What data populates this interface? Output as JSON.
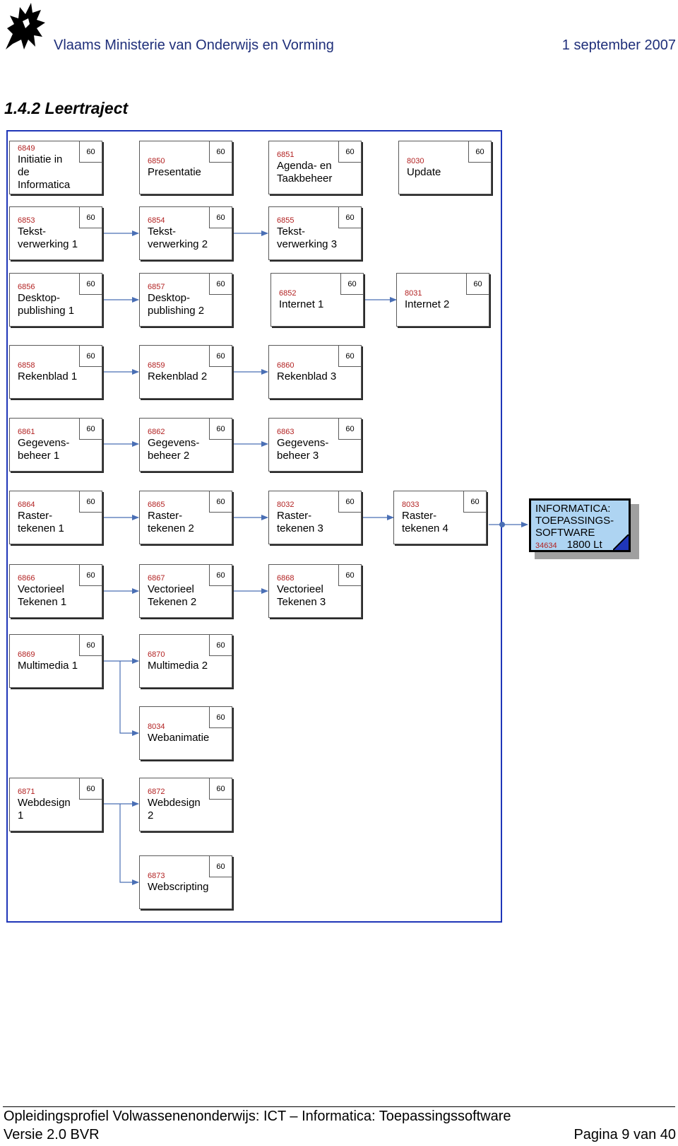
{
  "header": {
    "organization": "Vlaams Ministerie van Onderwijs en Vorming",
    "date": "1 september 2007",
    "logo_icon": "flemish-lion-icon"
  },
  "section": {
    "title": "1.4.2  Leertraject"
  },
  "modules": {
    "m6849": {
      "code": "6849",
      "name": "Initiatie in\nde Informatica",
      "hours": "60"
    },
    "m6850": {
      "code": "6850",
      "name": "Presentatie",
      "hours": "60"
    },
    "m6851": {
      "code": "6851",
      "name": "Agenda- en\nTaakbeheer",
      "hours": "60"
    },
    "m8030": {
      "code": "8030",
      "name": "Update",
      "hours": "60"
    },
    "m6853": {
      "code": "6853",
      "name": "Tekst-\nverwerking 1",
      "hours": "60"
    },
    "m6854": {
      "code": "6854",
      "name": "Tekst-\nverwerking 2",
      "hours": "60"
    },
    "m6855": {
      "code": "6855",
      "name": "Tekst-\nverwerking 3",
      "hours": "60"
    },
    "m6856": {
      "code": "6856",
      "name": "Desktop-\npublishing 1",
      "hours": "60"
    },
    "m6857": {
      "code": "6857",
      "name": "Desktop-\npublishing 2",
      "hours": "60"
    },
    "m6852": {
      "code": "6852",
      "name": "Internet 1",
      "hours": "60"
    },
    "m8031": {
      "code": "8031",
      "name": "Internet 2",
      "hours": "60"
    },
    "m6858": {
      "code": "6858",
      "name": "Rekenblad 1",
      "hours": "60"
    },
    "m6859": {
      "code": "6859",
      "name": "Rekenblad 2",
      "hours": "60"
    },
    "m6860": {
      "code": "6860",
      "name": "Rekenblad 3",
      "hours": "60"
    },
    "m6861": {
      "code": "6861",
      "name": "Gegevens-\nbeheer 1",
      "hours": "60"
    },
    "m6862": {
      "code": "6862",
      "name": "Gegevens-\nbeheer 2",
      "hours": "60"
    },
    "m6863": {
      "code": "6863",
      "name": "Gegevens-\nbeheer 3",
      "hours": "60"
    },
    "m6864": {
      "code": "6864",
      "name": "Raster-\ntekenen 1",
      "hours": "60"
    },
    "m6865": {
      "code": "6865",
      "name": "Raster-\ntekenen 2",
      "hours": "60"
    },
    "m8032": {
      "code": "8032",
      "name": "Raster-\ntekenen 3",
      "hours": "60"
    },
    "m8033": {
      "code": "8033",
      "name": "Raster-\ntekenen 4",
      "hours": "60"
    },
    "m6866": {
      "code": "6866",
      "name": "Vectorieel\nTekenen 1",
      "hours": "60"
    },
    "m6867": {
      "code": "6867",
      "name": "Vectorieel\nTekenen 2",
      "hours": "60"
    },
    "m6868": {
      "code": "6868",
      "name": "Vectorieel\nTekenen 3",
      "hours": "60"
    },
    "m6869": {
      "code": "6869",
      "name": "Multimedia 1",
      "hours": "60"
    },
    "m6870": {
      "code": "6870",
      "name": "Multimedia 2",
      "hours": "60"
    },
    "m8034": {
      "code": "8034",
      "name": "Webanimatie",
      "hours": "60"
    },
    "m6871": {
      "code": "6871",
      "name": "Webdesign 1",
      "hours": "60"
    },
    "m6872": {
      "code": "6872",
      "name": "Webdesign 2",
      "hours": "60"
    },
    "m6873": {
      "code": "6873",
      "name": "Webscripting",
      "hours": "60"
    }
  },
  "target": {
    "title": "INFORMATICA:\nTOEPASSINGS-\nSOFTWARE",
    "code": "34634",
    "total": "1800 Lt"
  },
  "colors": {
    "frame": "#1f36b8",
    "arrow": "#4a6fb5",
    "code_text": "#b22222",
    "header_text": "#1f2f7a",
    "target_fill": "#aed4f2"
  },
  "footer": {
    "title": "Opleidingsprofiel Volwassenenonderwijs: ICT – Informatica: Toepassingssoftware",
    "version": "Versie 2.0 BVR",
    "page": "Pagina 9 van 40"
  }
}
